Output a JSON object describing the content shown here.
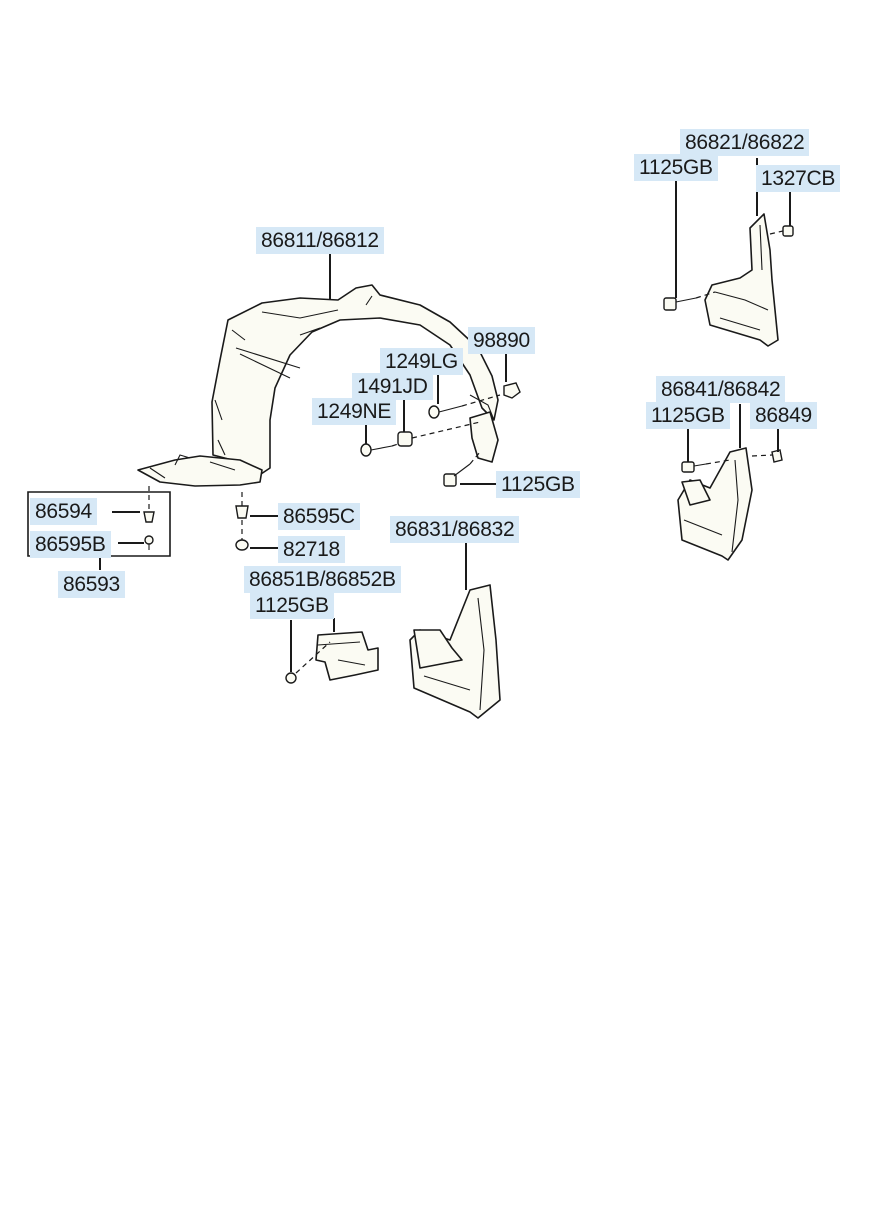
{
  "labels": {
    "l86811": "86811/86812",
    "l98890": "98890",
    "l1249LG": "1249LG",
    "l1491JD": "1491JD",
    "l1249NE": "1249NE",
    "l1125GB_a": "1125GB",
    "l86594": "86594",
    "l86595B": "86595B",
    "l86593": "86593",
    "l86595C": "86595C",
    "l82718": "82718",
    "l86851B": "86851B/86852B",
    "l1125GB_b": "1125GB",
    "l86831": "86831/86832",
    "l86821": "86821/86822",
    "l1125GB_c": "1125GB",
    "l1327CB": "1327CB",
    "l86841": "86841/86842",
    "l1125GB_d": "1125GB",
    "l86849": "86849"
  }
}
